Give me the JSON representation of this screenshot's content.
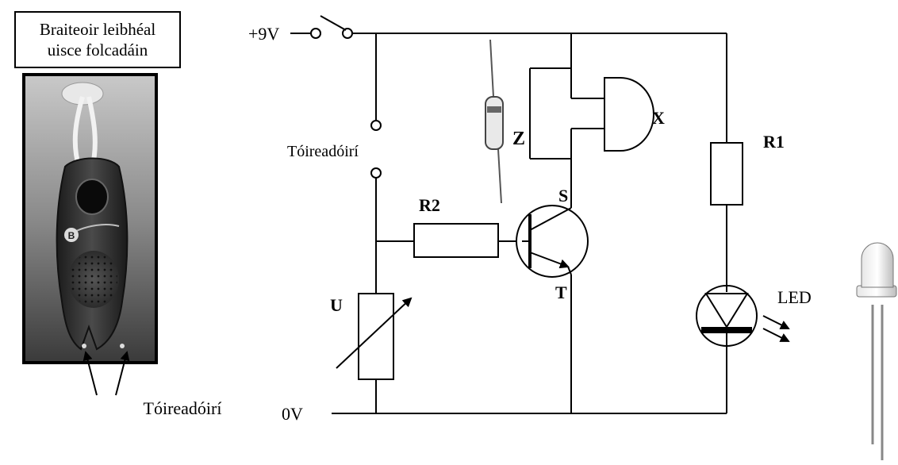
{
  "product_box": {
    "line1": "Braiteoir leibhéal",
    "line2": "uisce folcadáin"
  },
  "photo_probes_label": "Tóireadóirí",
  "device_logo": "B",
  "circuit": {
    "supply_pos": "+9V",
    "supply_zero": "0V",
    "probes_label": "Tóireadóirí",
    "resistor_r1": "R1",
    "resistor_r2": "R2",
    "variable_resistor": "U",
    "buzzer": "X",
    "component_z": "Z",
    "transistor_s": "S",
    "transistor_t": "T",
    "led_label": "LED"
  }
}
